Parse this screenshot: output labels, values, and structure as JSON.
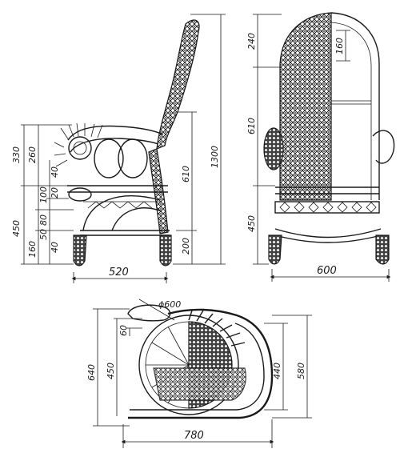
{
  "drawing": {
    "side_view": {
      "dims_left": [
        "330",
        "260",
        "40",
        "20",
        "100",
        "80",
        "50",
        "450",
        "160",
        "40"
      ],
      "dims_right": [
        "610",
        "200",
        "1300"
      ],
      "width": "520"
    },
    "front_view": {
      "dims_left": [
        "240",
        "610",
        "450"
      ],
      "dims_inner": "160",
      "width": "600"
    },
    "plan_view": {
      "diameter": "ϕ600",
      "dims_left": [
        "60",
        "450",
        "640"
      ],
      "dims_right": [
        "440",
        "580"
      ],
      "width": "780"
    }
  }
}
